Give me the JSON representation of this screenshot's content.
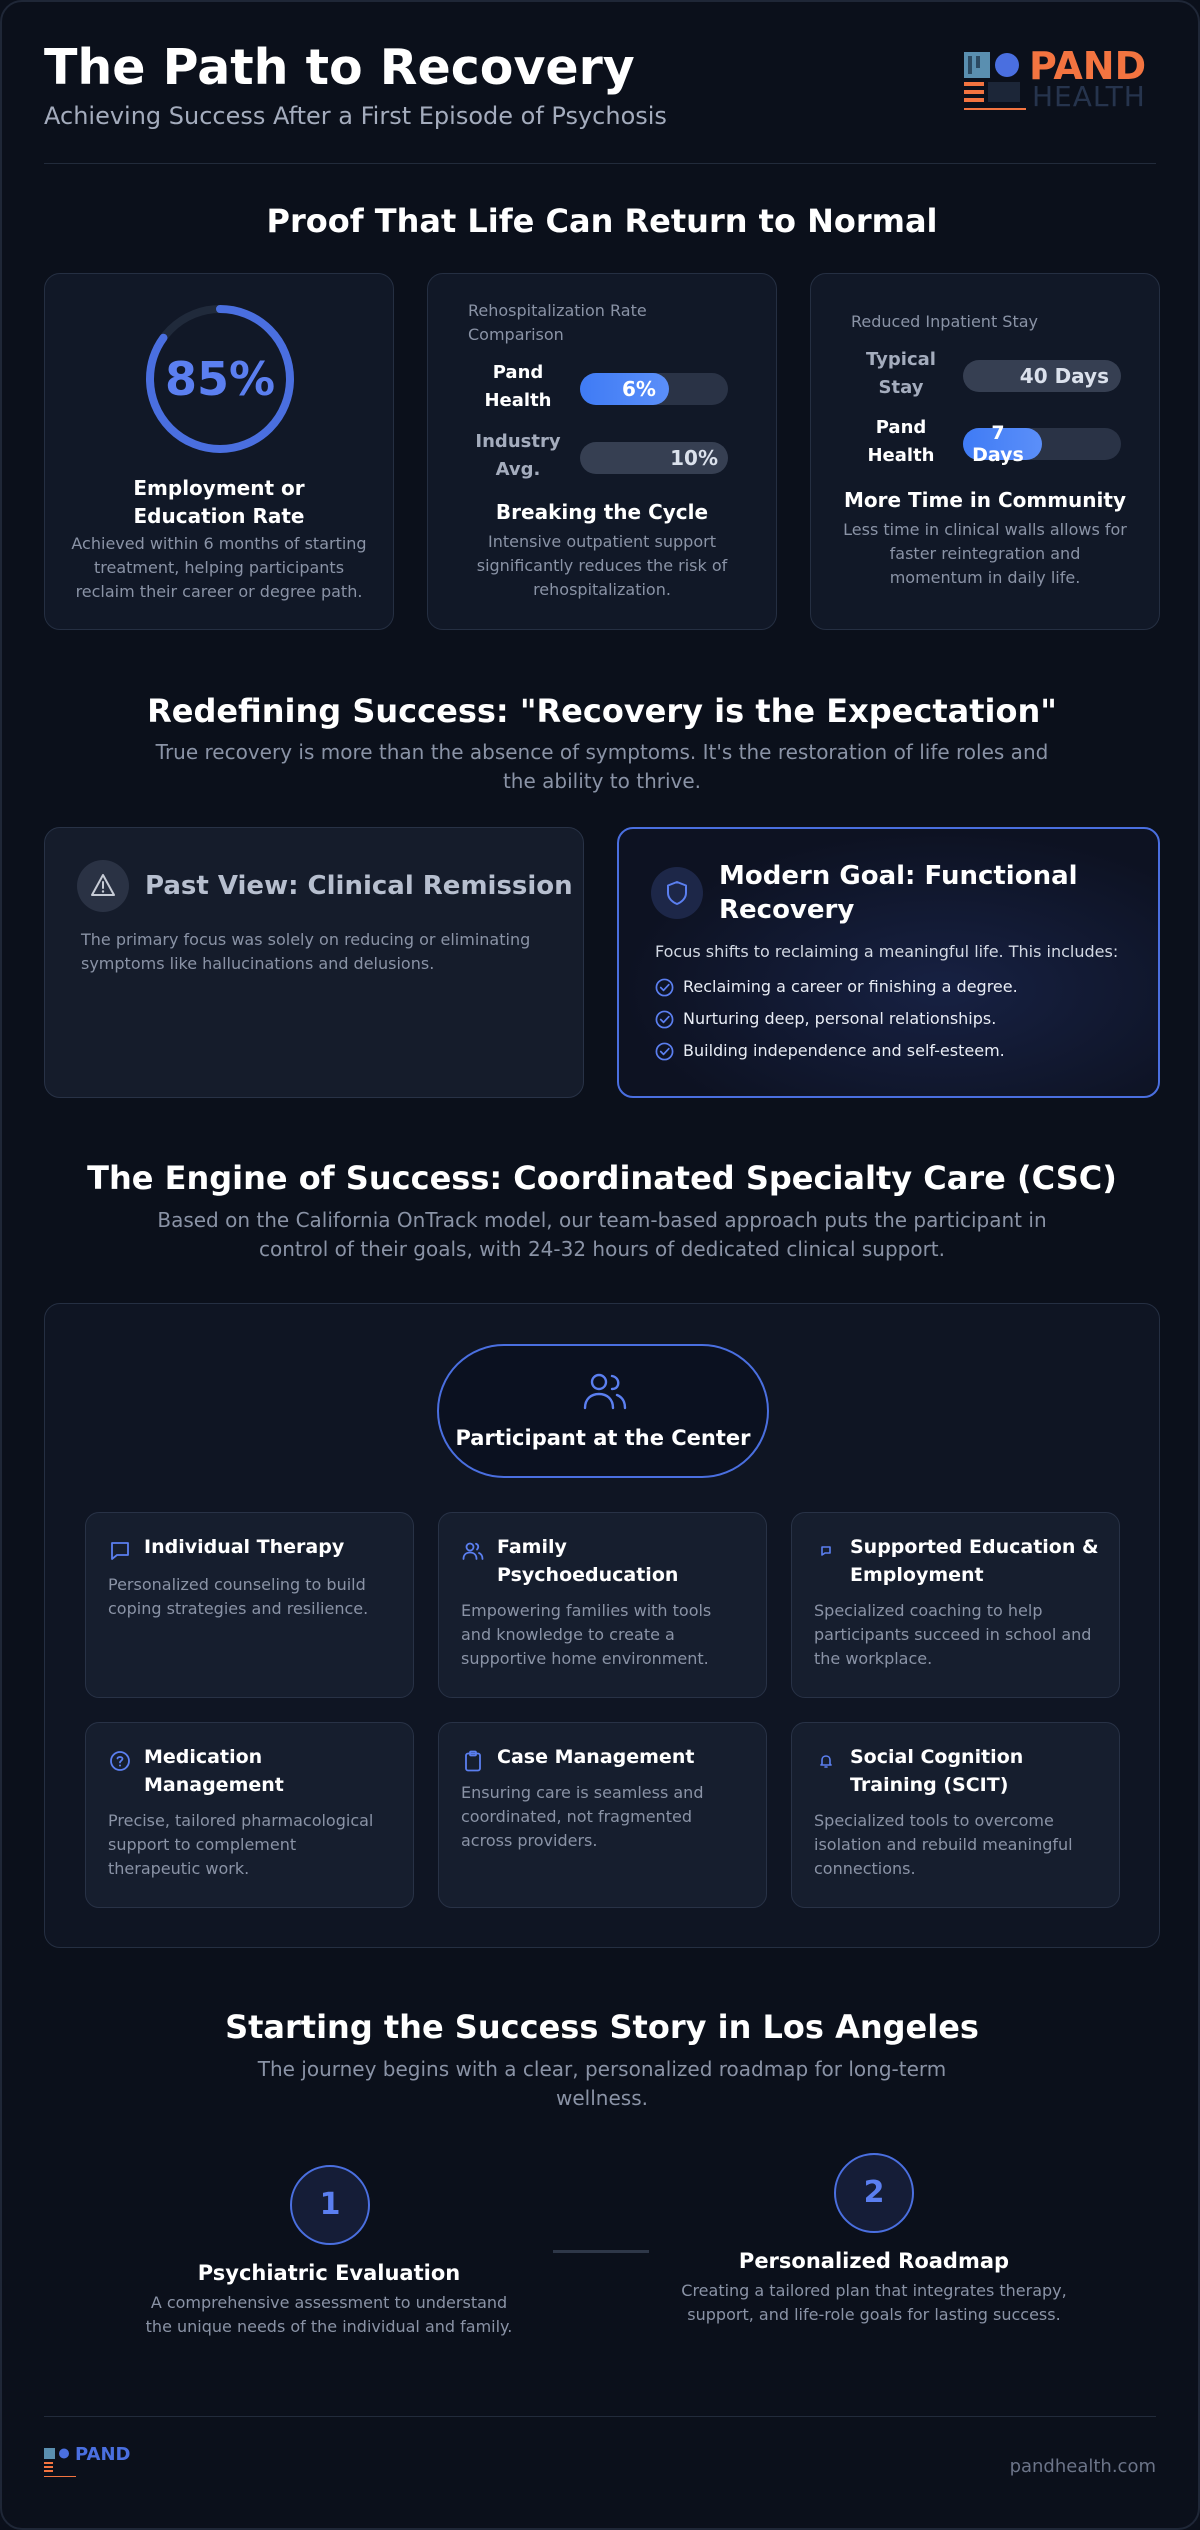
{
  "header": {
    "title": "The Path to Recovery",
    "subtitle": "Achieving Success After a First Episode of Psychosis",
    "logo_text": "PAND",
    "logo_text2": "HEALTH"
  },
  "proof": {
    "title": "Proof That Life Can Return to Normal",
    "employment": {
      "value": "85%",
      "fraction": 0.85,
      "title": "Employment or Education Rate",
      "desc": "Achieved within 6 months of starting treatment, helping participants reclaim their career or degree path."
    },
    "rehosp": {
      "heading": "Rehospitalization Rate Comparison",
      "rows": [
        {
          "label": "Pand Health",
          "value": "6%",
          "fraction": 0.6
        },
        {
          "label": "Industry Avg.",
          "value": "10%",
          "fraction": 1.0
        }
      ],
      "title": "Breaking the Cycle",
      "desc": "Intensive outpatient support significantly reduces the risk of rehospitalization."
    },
    "inpatient": {
      "heading": "Reduced Inpatient Stay",
      "rows": [
        {
          "label": "Typical Stay",
          "value": "40 Days",
          "fraction": 1.0
        },
        {
          "label": "Pand Health",
          "value": "7 Days",
          "fraction": 0.5
        }
      ],
      "title": "More Time in Community",
      "desc": "Less time in clinical walls allows for faster reintegration and momentum in daily life."
    }
  },
  "redefine": {
    "title": "Redefining Success: \"Recovery is the Expectation\"",
    "subtitle": "True recovery is more than the absence of symptoms. It's the restoration of life roles and the ability to thrive.",
    "past": {
      "title": "Past View: Clinical Remission",
      "text": "The primary focus was solely on reducing or eliminating symptoms like hallucinations and delusions."
    },
    "modern": {
      "title": "Modern Goal: Functional Recovery",
      "intro": "Focus shifts to reclaiming a meaningful life. This includes:",
      "items": [
        "Reclaiming a career or finishing a degree.",
        "Nurturing deep, personal relationships.",
        "Building independence and self-esteem."
      ]
    }
  },
  "engine": {
    "title": "The Engine of Success: Coordinated Specialty Care (CSC)",
    "subtitle": "Based on the California OnTrack model, our team-based approach puts the participant in control of their goals, with 24-32 hours of dedicated clinical support.",
    "center": "Participant at the Center",
    "services": [
      {
        "title": "Individual Therapy",
        "desc": "Personalized counseling to build coping strategies and resilience.",
        "icon": "chat-icon"
      },
      {
        "title": "Family Psychoeducation",
        "desc": "Empowering families with tools and knowledge to create a supportive home environment.",
        "icon": "users-icon"
      },
      {
        "title": "Supported Education & Employment",
        "desc": "Specialized coaching to help participants succeed in school and the workplace.",
        "icon": "message-icon"
      },
      {
        "title": "Medication Management",
        "desc": "Precise, tailored pharmacological support to complement therapeutic work.",
        "icon": "question-icon"
      },
      {
        "title": "Case Management",
        "desc": "Ensuring care is seamless and coordinated, not fragmented across providers.",
        "icon": "clipboard-icon"
      },
      {
        "title": "Social Cognition Training (SCIT)",
        "desc": "Specialized tools to overcome isolation and rebuild meaningful connections.",
        "icon": "bell-icon"
      }
    ]
  },
  "start": {
    "title": "Starting the Success Story in Los Angeles",
    "subtitle": "The journey begins with a clear, personalized roadmap for long-term wellness.",
    "steps": [
      {
        "num": "1",
        "title": "Psychiatric Evaluation",
        "desc": "A comprehensive assessment to understand the unique needs of the individual and family."
      },
      {
        "num": "2",
        "title": "Personalized Roadmap",
        "desc": "Creating a tailored plan that integrates therapy, support, and life-role goals for lasting success."
      }
    ]
  },
  "footer": {
    "logo_text": "PAND",
    "site": "pandhealth.com"
  },
  "colors": {
    "background": "#0b101b",
    "accent_blue": "#4a6fe0",
    "logo_orange": "#f37440"
  }
}
